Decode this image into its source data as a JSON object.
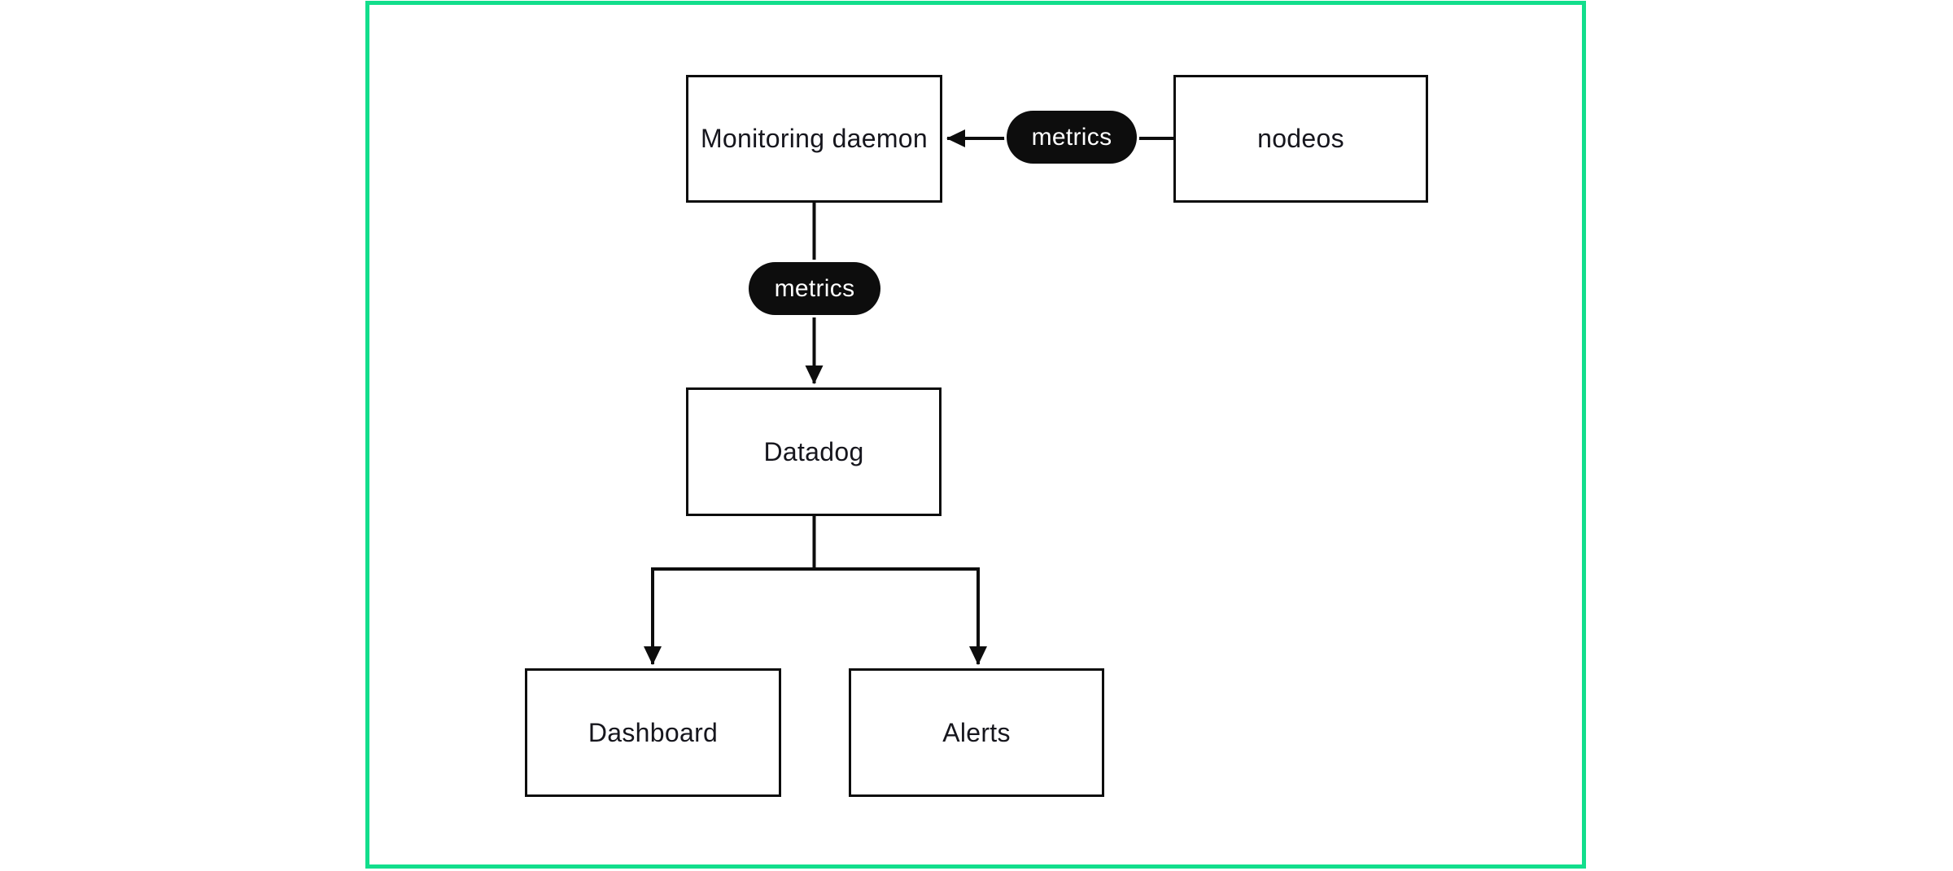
{
  "frame": {
    "border_color": "#12DE8C"
  },
  "palette": {
    "background": "#FFFFFF",
    "ink": "#0D0D0D",
    "node_fill": "#FFFFFF",
    "node_text": "#16161D",
    "pill_fill": "#0D0D0D",
    "pill_text": "#FFFFFF"
  },
  "diagram": {
    "nodes": {
      "monitoring_daemon": {
        "label": "Monitoring daemon"
      },
      "nodeos": {
        "label": "nodeos"
      },
      "datadog": {
        "label": "Datadog"
      },
      "dashboard": {
        "label": "Dashboard"
      },
      "alerts": {
        "label": "Alerts"
      }
    },
    "edges": {
      "nodeos_to_monitoring_daemon": {
        "label": "metrics",
        "from": "nodeos",
        "to": "monitoring_daemon"
      },
      "monitoring_daemon_to_datadog": {
        "label": "metrics",
        "from": "monitoring_daemon",
        "to": "datadog"
      },
      "datadog_to_dashboard": {
        "from": "datadog",
        "to": "dashboard"
      },
      "datadog_to_alerts": {
        "from": "datadog",
        "to": "alerts"
      }
    }
  }
}
